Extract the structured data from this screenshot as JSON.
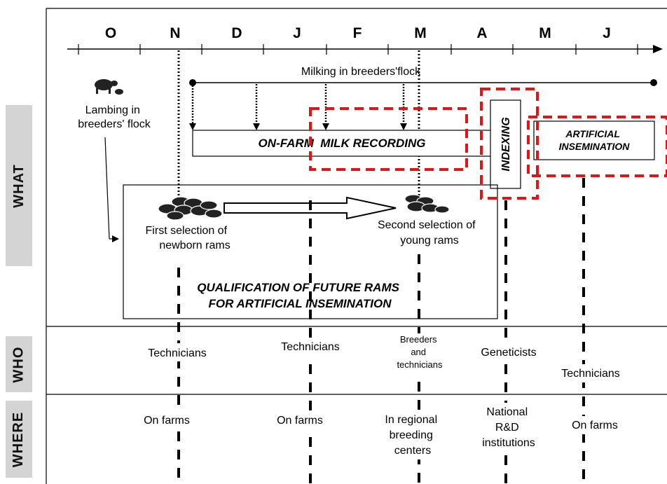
{
  "months": [
    "O",
    "N",
    "D",
    "J",
    "F",
    "M",
    "A",
    "M",
    "J"
  ],
  "row_labels": {
    "what": "WHAT",
    "who": "WHO",
    "where": "WHERE"
  },
  "milking": "Milking in breeders'flock",
  "lambing": [
    "Lambing in",
    "breeders' flock"
  ],
  "on_farm_recording": "ON-FARM  MILK RECORDING",
  "indexing": "INDEXING",
  "artificial_insemination": [
    "ARTIFICIAL",
    "INSEMINATION"
  ],
  "first_selection": [
    "First selection of",
    "newborn rams"
  ],
  "second_selection": [
    "Second selection of",
    "young rams"
  ],
  "qualification": [
    "QUALIFICATION OF FUTURE RAMS",
    "FOR ARTIFICIAL INSEMINATION"
  ],
  "who": {
    "first": "Technicians",
    "second": "Technicians",
    "third": [
      "Breeders",
      "and",
      "technicians"
    ],
    "fourth": "Geneticists",
    "fifth": "Technicians"
  },
  "where": {
    "first": "On farms",
    "second": "On farms",
    "third": [
      "In regional",
      "breeding",
      "centers"
    ],
    "fourth": [
      "National",
      "R&D",
      "institutions"
    ],
    "fifth": "On farms"
  },
  "colors": {
    "highlight": "#e41414",
    "line": "#000000",
    "side_label_bg": "#d4d4d4"
  }
}
